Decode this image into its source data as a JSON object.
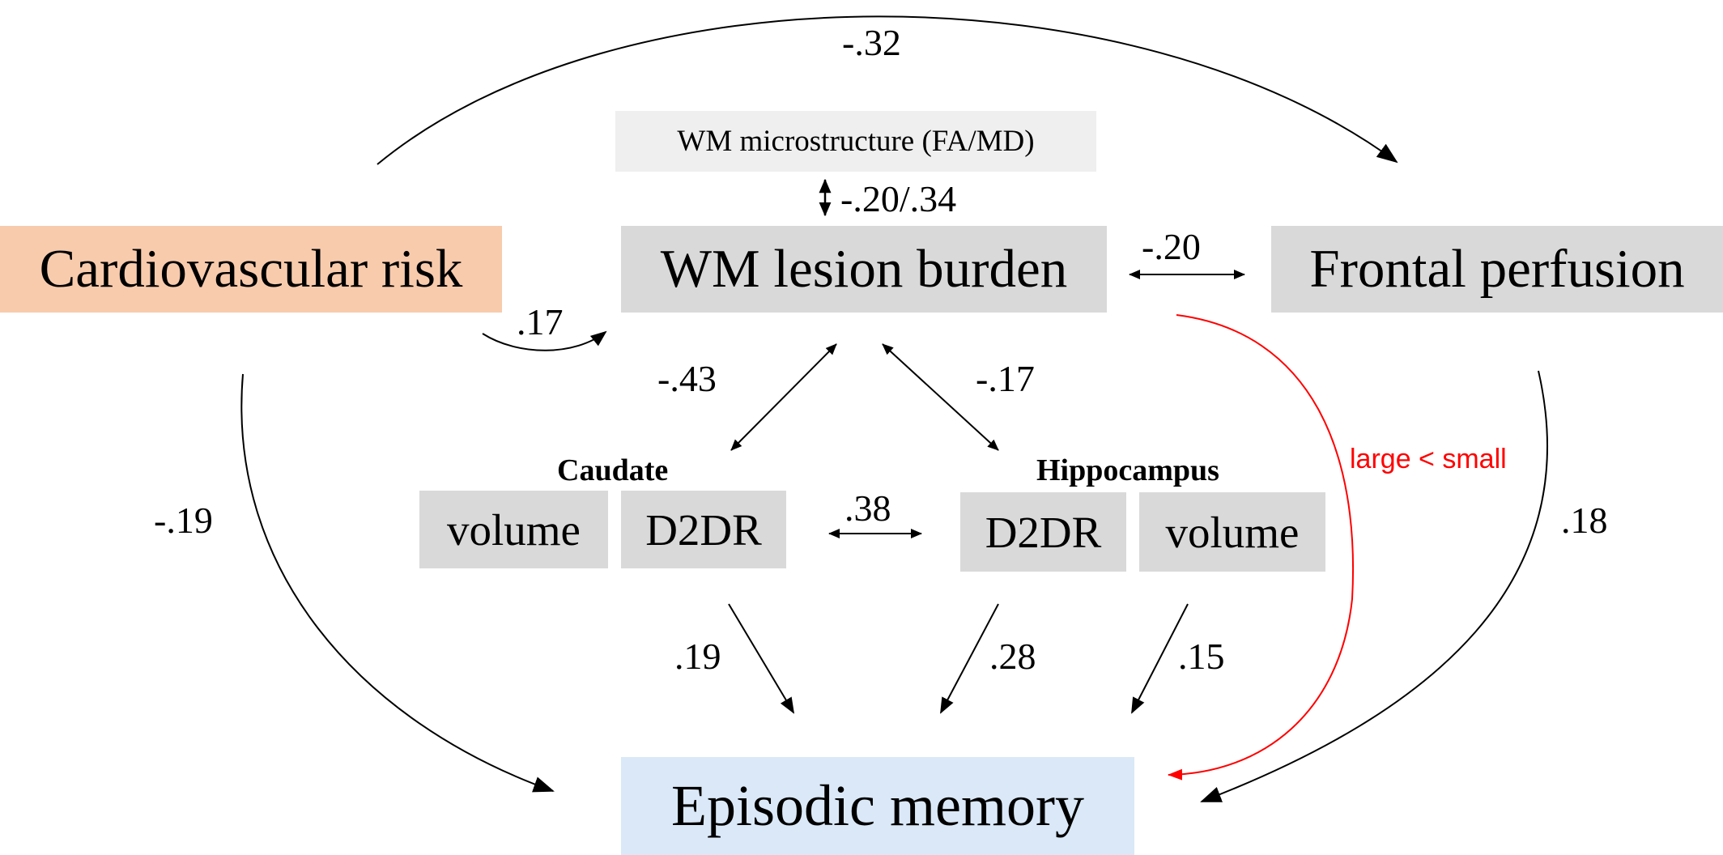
{
  "colors": {
    "risk_box": "#f8cbad",
    "node_box": "#d9d9d9",
    "micro_box": "#efefef",
    "memory_box": "#dae8f7",
    "arrow": "#000000",
    "highlight_arrow": "#ff0000"
  },
  "nodes": {
    "wm_micro": "WM microstructure (FA/MD)",
    "risk": "Cardiovascular risk",
    "wm_lesion": "WM lesion burden",
    "frontal": "Frontal perfusion",
    "caudate_title": "Caudate",
    "caudate_volume": "volume",
    "caudate_d2dr": "D2DR",
    "hippocampus_title": "Hippocampus",
    "hippocampus_d2dr": "D2DR",
    "hippocampus_volume": "volume",
    "memory": "Episodic memory"
  },
  "edges": {
    "risk_frontal": "-.32",
    "micro_lesion": "-.20/.34",
    "lesion_frontal": "-.20",
    "risk_lesion": ".17",
    "lesion_caudate": "-.43",
    "lesion_hippocampus": "-.17",
    "caudate_hippocampus": ".38",
    "risk_memory": "-.19",
    "frontal_memory": ".18",
    "lesion_memory": "large < small",
    "caudate_d2dr_memory": ".19",
    "hippocampus_d2dr_memory": ".28",
    "hippocampus_volume_memory": ".15"
  }
}
